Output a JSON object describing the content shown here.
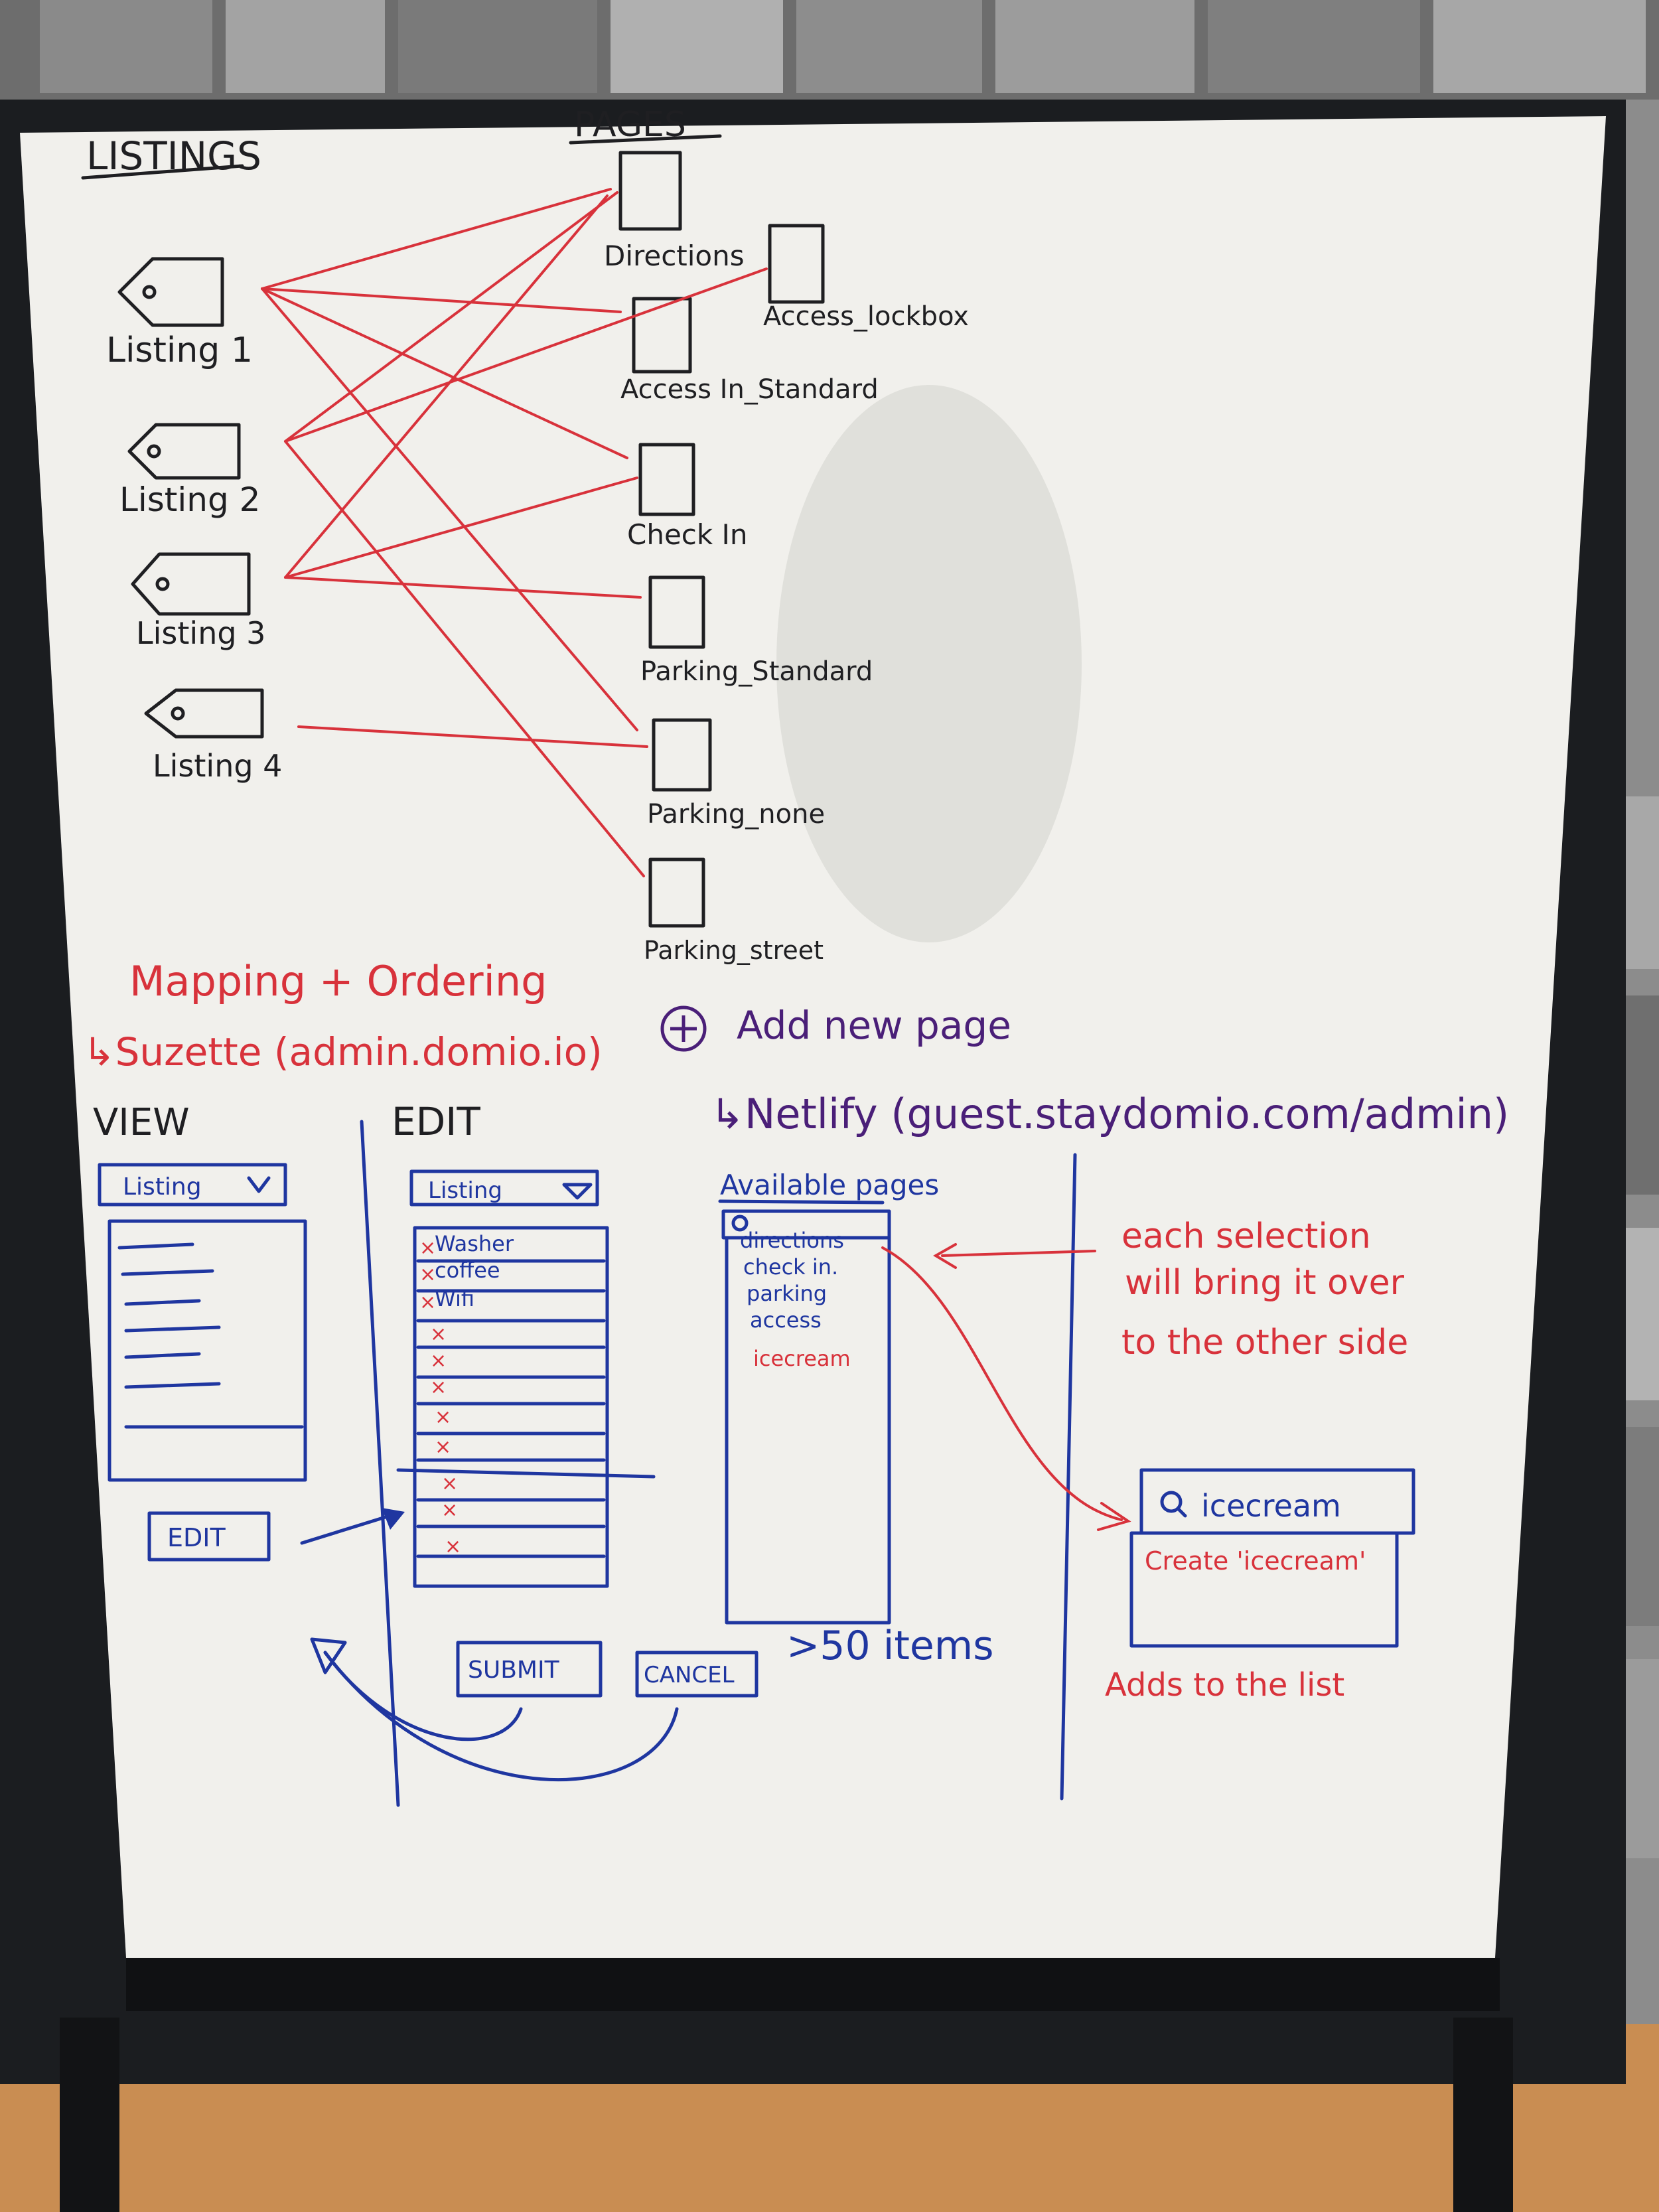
{
  "listings": {
    "heading": "LISTINGS",
    "items": [
      "Listing 1",
      "Listing 2",
      "Listing 3",
      "Listing 4"
    ]
  },
  "pages": {
    "heading": "PAGES",
    "items": [
      "Directions",
      "Access_lockbox",
      "Access In_Standard",
      "Check In",
      "Parking_Standard",
      "Parking_none",
      "Parking_street"
    ]
  },
  "mapping": {
    "title": "Mapping + Ordering",
    "subtitle": "↳Suzette (admin.domio.io)"
  },
  "add_page": {
    "label": "Add new page",
    "netlify": "↳Netlify (guest.staydomio.com/admin)"
  },
  "view": {
    "heading": "VIEW",
    "dropdown": "Listing",
    "edit_button": "EDIT"
  },
  "edit": {
    "heading": "EDIT",
    "dropdown": "Listing",
    "rows": [
      "Washer",
      "coffee",
      "Wifi"
    ],
    "submit": "SUBMIT",
    "cancel": "CANCEL"
  },
  "available": {
    "heading": "Available pages",
    "items": [
      "directions",
      "check in.",
      "parking",
      "access"
    ],
    "highlight": "icecream",
    "count_note": ">50 items"
  },
  "note": {
    "line1": "each selection",
    "line2": "will bring it over",
    "line3": "to the other side"
  },
  "search": {
    "value": "icecream",
    "create": "Create 'icecream'",
    "adds_note": "Adds to the list"
  },
  "colors": {
    "red_marker": "#d8323b",
    "blue_marker": "#1f36a0",
    "black_marker": "#1f1f22",
    "purple_marker": "#4a1f78"
  }
}
